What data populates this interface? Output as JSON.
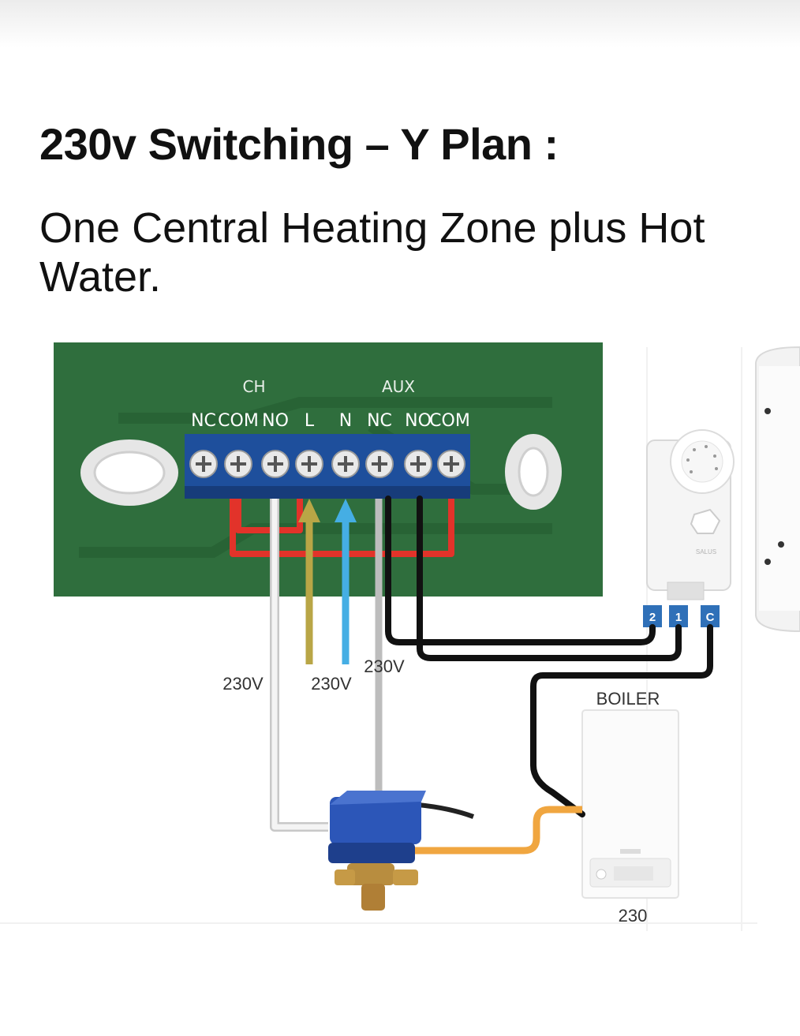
{
  "heading": {
    "title": "230v Switching – Y Plan :",
    "subtitle": "One Central Heating Zone plus Hot Water."
  },
  "diagram": {
    "board_color": "#2f6e3d",
    "groups": {
      "ch": "CH",
      "aux": "AUX"
    },
    "terminals": [
      "NC",
      "COM",
      "NO",
      "L",
      "N",
      "NC",
      "NO",
      "COM"
    ],
    "thermostat_terminals": [
      "2",
      "1",
      "C"
    ],
    "boiler_label": "BOILER",
    "boiler_caption": "230",
    "voltage_labels": {
      "white_wire": "230V",
      "live_wire": "230V",
      "grey_wire": "230V"
    },
    "wire_colors": {
      "red": "#e2332a",
      "white": "#f4f4f4",
      "live": "#b9a646",
      "neutral": "#45aee4",
      "grey": "#bdbdbd",
      "black": "#111111",
      "orange": "#f0a640"
    },
    "thermostat_brand": "SALUS"
  }
}
